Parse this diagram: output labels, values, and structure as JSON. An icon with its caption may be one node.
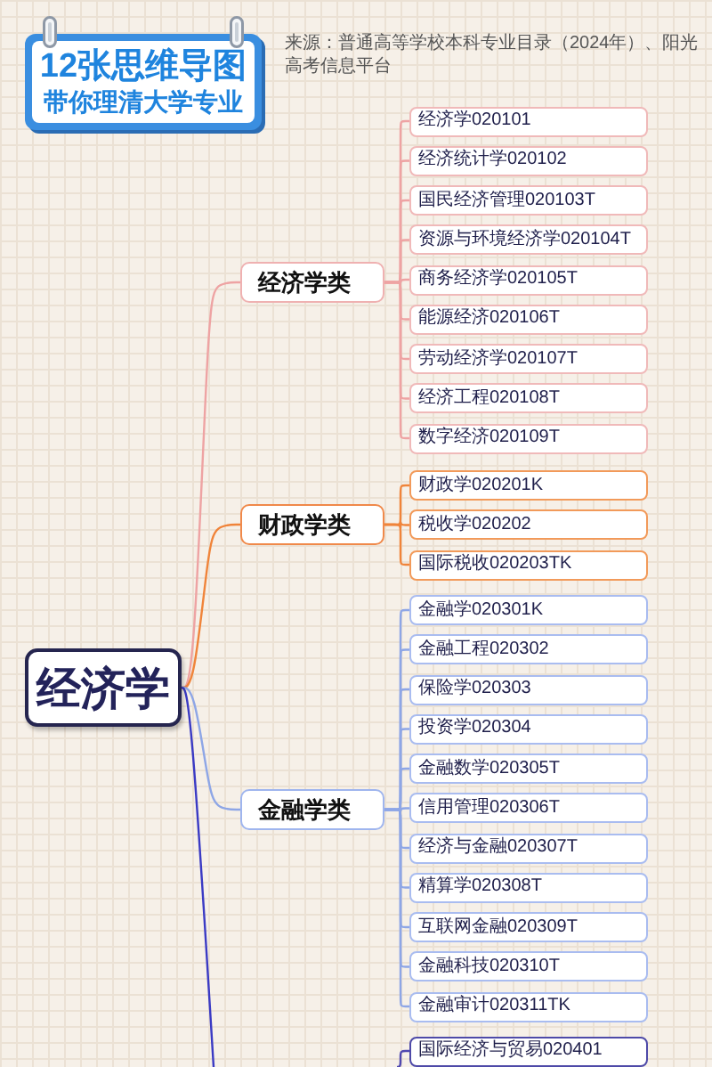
{
  "diagram": {
    "nodes": [
      {
        "text": [
          "12张思维导图",
          "带你理清大学专业"
        ]
      },
      {
        "text": [
          "经济学"
        ]
      },
      {
        "text": [
          "经济学类"
        ]
      },
      {
        "text": [
          "经济学020101"
        ]
      },
      {
        "text": [
          "经济统计学020102"
        ]
      },
      {
        "text": [
          "国民经济管理020103T"
        ]
      },
      {
        "text": [
          "资源与环境经济学020104T"
        ]
      },
      {
        "text": [
          "商务经济学020105T"
        ]
      },
      {
        "text": [
          "能源经济020106T"
        ]
      },
      {
        "text": [
          "劳动经济学020107T"
        ]
      },
      {
        "text": [
          "经济工程020108T"
        ]
      },
      {
        "text": [
          "数字经济020109T"
        ]
      },
      {
        "text": [
          "财政学类"
        ]
      },
      {
        "text": [
          "财政学020201K"
        ]
      },
      {
        "text": [
          "税收学020202"
        ]
      },
      {
        "text": [
          "国际税收020203TK"
        ]
      },
      {
        "text": [
          "金融学类"
        ]
      },
      {
        "text": [
          "金融学020301K"
        ]
      },
      {
        "text": [
          "金融工程020302"
        ]
      },
      {
        "text": [
          "保险学020303"
        ]
      },
      {
        "text": [
          "投资学020304"
        ]
      },
      {
        "text": [
          "金融数学020305T"
        ]
      },
      {
        "text": [
          "信用管理020306T"
        ]
      },
      {
        "text": [
          "经济与金融020307T"
        ]
      },
      {
        "text": [
          "精算学020308T"
        ]
      },
      {
        "text": [
          "互联网金融020309T"
        ]
      },
      {
        "text": [
          "金融科技020310T"
        ]
      },
      {
        "text": [
          "金融审计020311TK"
        ]
      },
      {
        "text": [
          "国际经济与贸易020401"
        ]
      }
    ],
    "edges": [
      {
        "from": 1,
        "to": 2,
        "arrow": "none",
        "color": "#eea3a3"
      },
      {
        "from": 1,
        "to": 12,
        "arrow": "none",
        "color": "#f0843a"
      },
      {
        "from": 1,
        "to": 16,
        "arrow": "none"
      },
      {
        "from": 1,
        "to": null,
        "arrow": "none",
        "color": "#3a3ac4"
      },
      {
        "from": 2,
        "to": 3,
        "arrow": "none",
        "color": "#eea3a3"
      },
      {
        "from": 2,
        "to": 4,
        "arrow": "none",
        "color": "#eea3a3"
      },
      {
        "from": 2,
        "to": 5,
        "arrow": "none",
        "color": "#eea3a3"
      },
      {
        "from": 2,
        "to": 6,
        "arrow": "none",
        "color": "#eea3a3"
      },
      {
        "from": 2,
        "to": 7,
        "arrow": "none",
        "color": "#eea3a3"
      },
      {
        "from": 2,
        "to": 8,
        "arrow": "none",
        "color": "#eea3a3"
      },
      {
        "from": 2,
        "to": 9,
        "arrow": "none",
        "color": "#eea3a3"
      },
      {
        "from": 2,
        "to": 10,
        "arrow": "none",
        "color": "#eea3a3"
      },
      {
        "from": 2,
        "to": 11,
        "arrow": "none",
        "color": "#eea3a3"
      },
      {
        "from": 12,
        "to": 13,
        "arrow": "none",
        "color": "#f0843a"
      },
      {
        "from": 12,
        "to": 14,
        "arrow": "none",
        "color": "#f0843a"
      },
      {
        "from": 12,
        "to": 15,
        "arrow": "none",
        "color": "#f0843a"
      },
      {
        "from": 16,
        "to": 17,
        "arrow": "none"
      },
      {
        "from": 16,
        "to": 18,
        "arrow": "none"
      },
      {
        "from": 16,
        "to": 19,
        "arrow": "none"
      },
      {
        "from": 16,
        "to": 20,
        "arrow": "none"
      },
      {
        "from": 16,
        "to": 21,
        "arrow": "none"
      },
      {
        "from": 16,
        "to": 22,
        "arrow": "none"
      },
      {
        "from": 16,
        "to": 23,
        "arrow": "none"
      },
      {
        "from": 16,
        "to": 24,
        "arrow": "none"
      },
      {
        "from": 16,
        "to": 25,
        "arrow": "none"
      },
      {
        "from": 16,
        "to": 26,
        "arrow": "none"
      },
      {
        "from": 16,
        "to": 27,
        "arrow": "none"
      },
      {
        "from": null,
        "to": 28,
        "arrow": "none",
        "color": "#5048b0"
      }
    ],
    "labels": [
      "来源：普通高等学校本科专业目录（2024年）、阳光高考信息平台"
    ]
  }
}
